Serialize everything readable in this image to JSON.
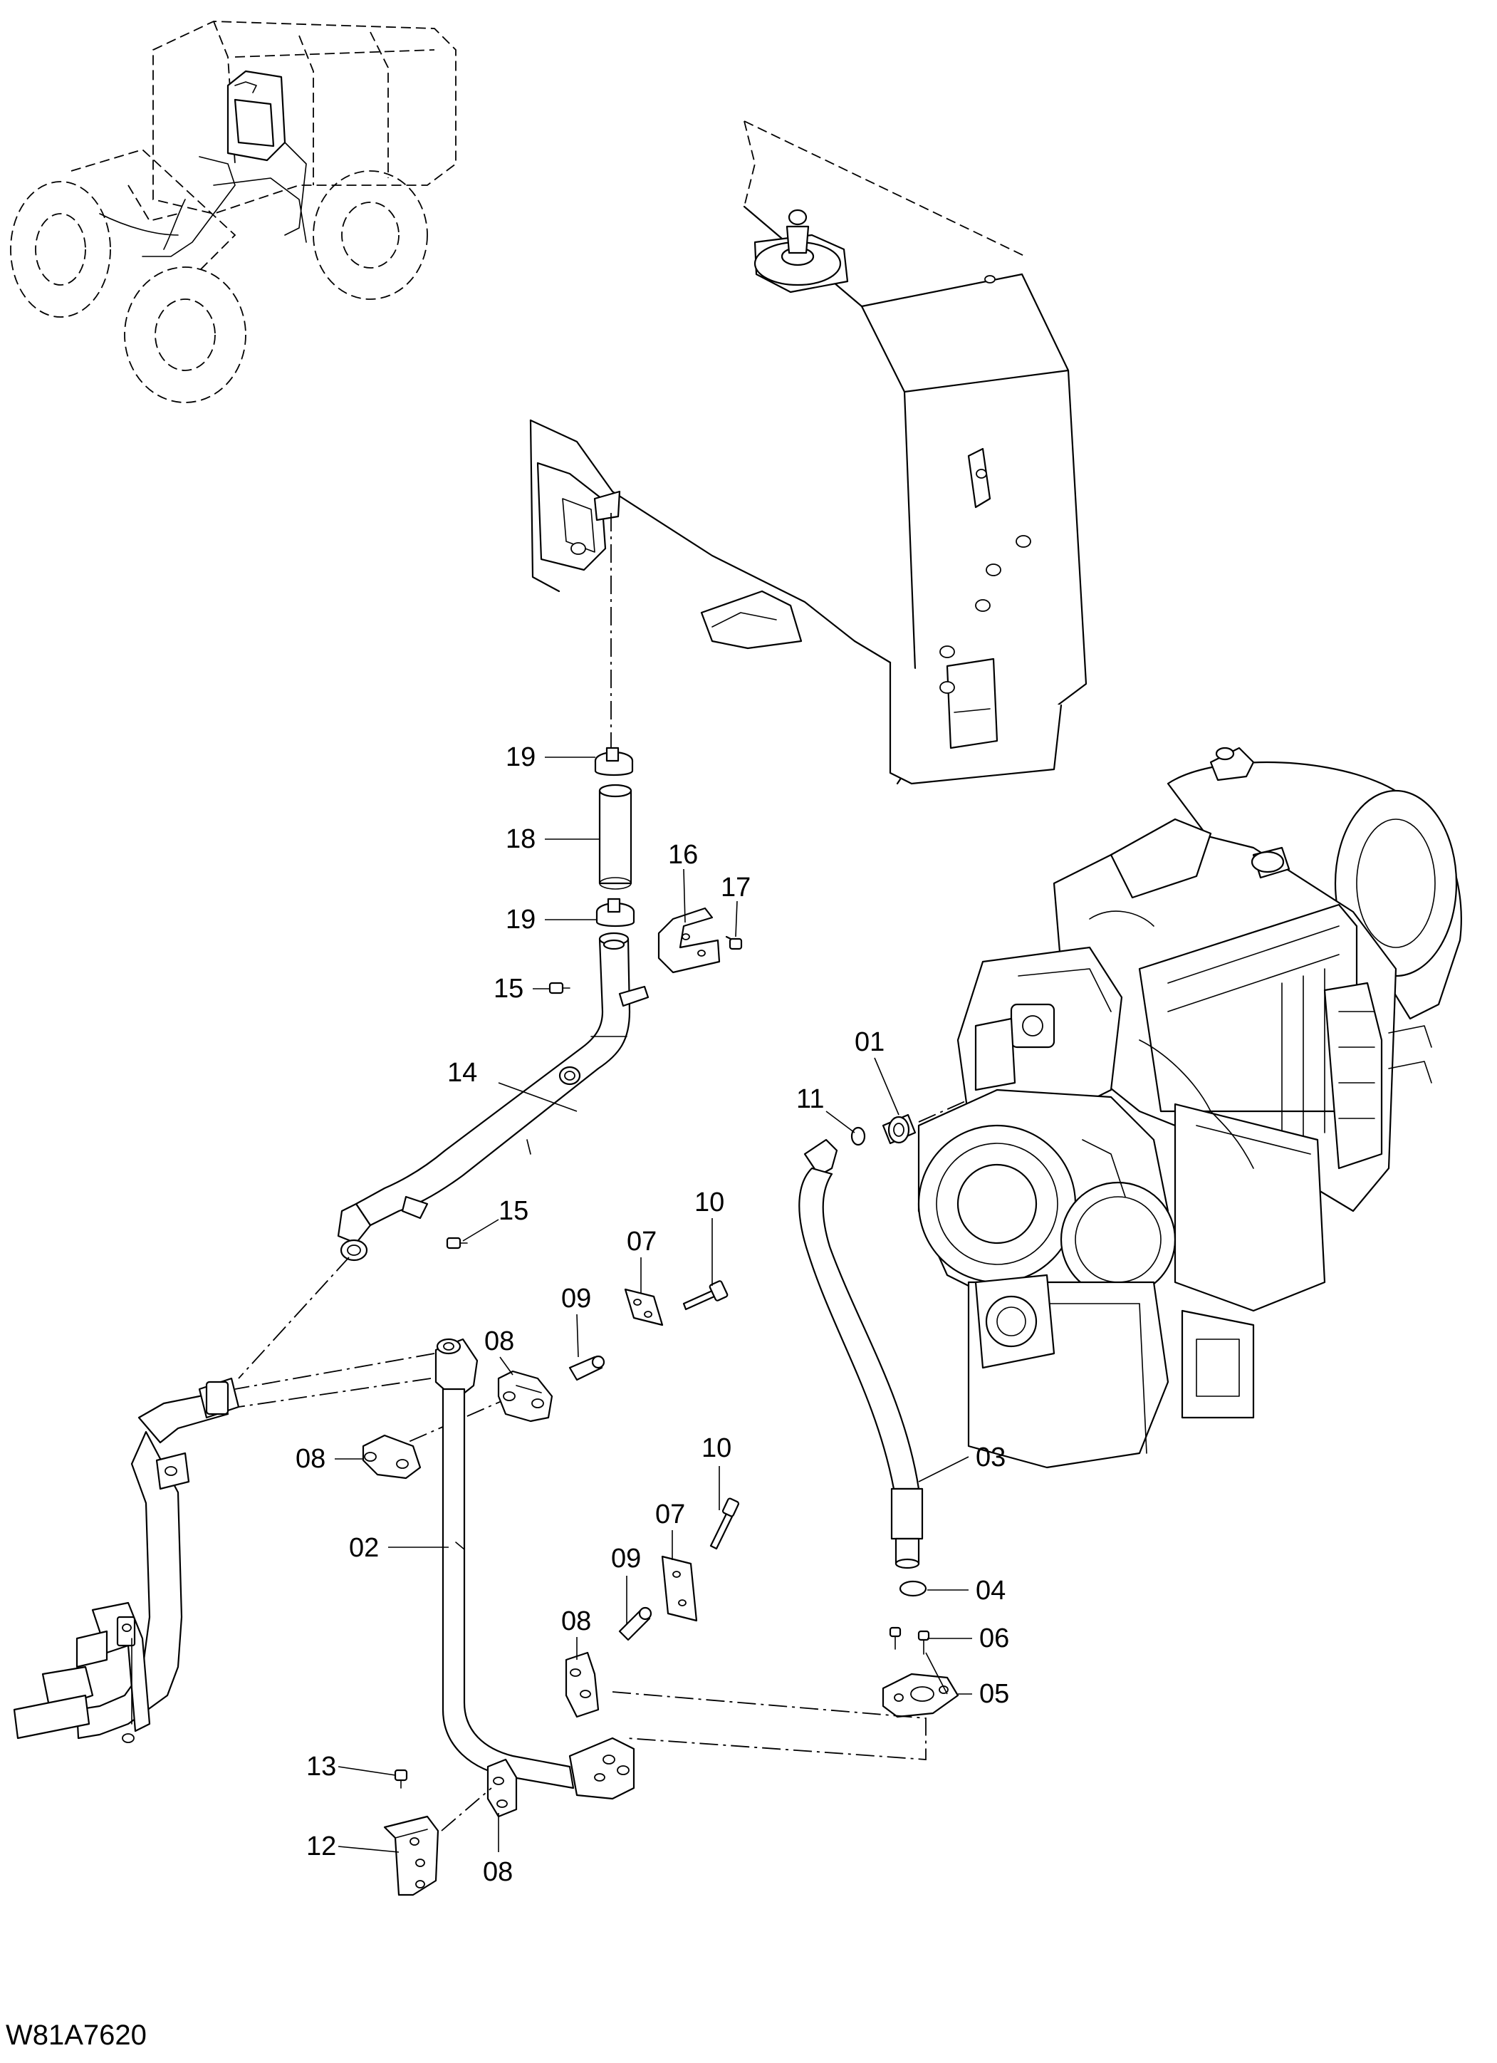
{
  "drawing_code": "W81A7620",
  "callouts": [
    {
      "id": "01",
      "label": "01"
    },
    {
      "id": "02",
      "label": "02"
    },
    {
      "id": "03",
      "label": "03"
    },
    {
      "id": "04",
      "label": "04"
    },
    {
      "id": "05",
      "label": "05"
    },
    {
      "id": "06",
      "label": "06"
    },
    {
      "id": "07a",
      "label": "07"
    },
    {
      "id": "07b",
      "label": "07"
    },
    {
      "id": "08a",
      "label": "08"
    },
    {
      "id": "08b",
      "label": "08"
    },
    {
      "id": "08c",
      "label": "08"
    },
    {
      "id": "08d",
      "label": "08"
    },
    {
      "id": "09a",
      "label": "09"
    },
    {
      "id": "09b",
      "label": "09"
    },
    {
      "id": "10a",
      "label": "10"
    },
    {
      "id": "10b",
      "label": "10"
    },
    {
      "id": "11",
      "label": "11"
    },
    {
      "id": "12",
      "label": "12"
    },
    {
      "id": "13",
      "label": "13"
    },
    {
      "id": "14",
      "label": "14"
    },
    {
      "id": "15a",
      "label": "15"
    },
    {
      "id": "15b",
      "label": "15"
    },
    {
      "id": "16",
      "label": "16"
    },
    {
      "id": "17",
      "label": "17"
    },
    {
      "id": "18",
      "label": "18"
    },
    {
      "id": "19a",
      "label": "19"
    },
    {
      "id": "19b",
      "label": "19"
    }
  ]
}
